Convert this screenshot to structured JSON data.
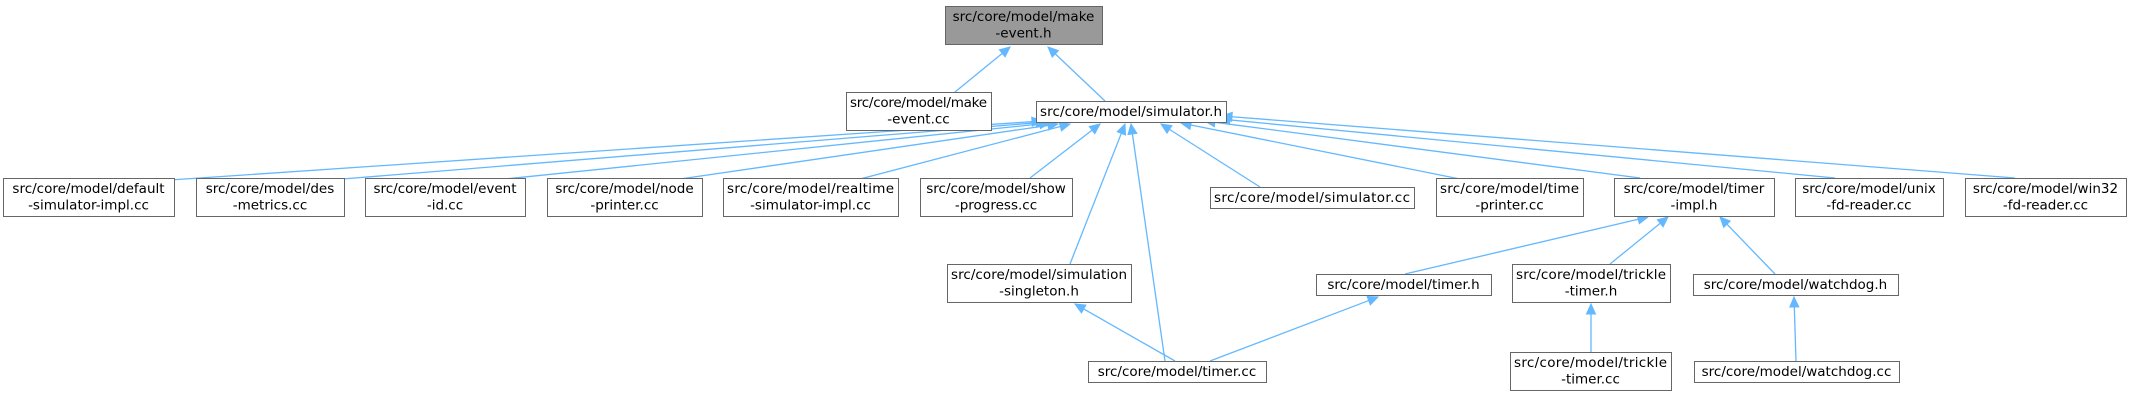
{
  "nodes": [
    {
      "id": "make_event_h",
      "lines": [
        "src/core/model/make",
        "-event.h"
      ],
      "root": true
    },
    {
      "id": "make_event_cc",
      "lines": [
        "src/core/model/make",
        "-event.cc"
      ]
    },
    {
      "id": "simulator_h",
      "lines": [
        "src/core/model/simulator.h"
      ]
    },
    {
      "id": "default_sim_impl_cc",
      "lines": [
        "src/core/model/default",
        "-simulator-impl.cc"
      ]
    },
    {
      "id": "des_metrics_cc",
      "lines": [
        "src/core/model/des",
        "-metrics.cc"
      ]
    },
    {
      "id": "event_id_cc",
      "lines": [
        "src/core/model/event",
        "-id.cc"
      ]
    },
    {
      "id": "node_printer_cc",
      "lines": [
        "src/core/model/node",
        "-printer.cc"
      ]
    },
    {
      "id": "realtime_sim_impl_cc",
      "lines": [
        "src/core/model/realtime",
        "-simulator-impl.cc"
      ]
    },
    {
      "id": "show_progress_cc",
      "lines": [
        "src/core/model/show",
        "-progress.cc"
      ]
    },
    {
      "id": "simulator_cc",
      "lines": [
        "src/core/model/simulator.cc"
      ]
    },
    {
      "id": "time_printer_cc",
      "lines": [
        "src/core/model/time",
        "-printer.cc"
      ]
    },
    {
      "id": "timer_impl_h",
      "lines": [
        "src/core/model/timer",
        "-impl.h"
      ]
    },
    {
      "id": "unix_fd_reader_cc",
      "lines": [
        "src/core/model/unix",
        "-fd-reader.cc"
      ]
    },
    {
      "id": "win32_fd_reader_cc",
      "lines": [
        "src/core/model/win32",
        "-fd-reader.cc"
      ]
    },
    {
      "id": "simulation_singleton_h",
      "lines": [
        "src/core/model/simulation",
        "-singleton.h"
      ]
    },
    {
      "id": "timer_h",
      "lines": [
        "src/core/model/timer.h"
      ]
    },
    {
      "id": "trickle_timer_h",
      "lines": [
        "src/core/model/trickle",
        "-timer.h"
      ]
    },
    {
      "id": "watchdog_h",
      "lines": [
        "src/core/model/watchdog.h"
      ]
    },
    {
      "id": "timer_cc",
      "lines": [
        "src/core/model/timer.cc"
      ]
    },
    {
      "id": "trickle_timer_cc",
      "lines": [
        "src/core/model/trickle",
        "-timer.cc"
      ]
    },
    {
      "id": "watchdog_cc",
      "lines": [
        "src/core/model/watchdog.cc"
      ]
    }
  ],
  "edges": [
    {
      "from": "make_event_cc",
      "to": "make_event_h"
    },
    {
      "from": "simulator_h",
      "to": "make_event_h"
    },
    {
      "from": "default_sim_impl_cc",
      "to": "simulator_h"
    },
    {
      "from": "des_metrics_cc",
      "to": "simulator_h"
    },
    {
      "from": "event_id_cc",
      "to": "simulator_h"
    },
    {
      "from": "node_printer_cc",
      "to": "simulator_h"
    },
    {
      "from": "realtime_sim_impl_cc",
      "to": "simulator_h"
    },
    {
      "from": "show_progress_cc",
      "to": "simulator_h"
    },
    {
      "from": "simulator_cc",
      "to": "simulator_h"
    },
    {
      "from": "time_printer_cc",
      "to": "simulator_h"
    },
    {
      "from": "timer_impl_h",
      "to": "simulator_h"
    },
    {
      "from": "unix_fd_reader_cc",
      "to": "simulator_h"
    },
    {
      "from": "win32_fd_reader_cc",
      "to": "simulator_h"
    },
    {
      "from": "simulation_singleton_h",
      "to": "simulator_h"
    },
    {
      "from": "timer_cc",
      "to": "simulator_h"
    },
    {
      "from": "timer_h",
      "to": "timer_impl_h"
    },
    {
      "from": "trickle_timer_h",
      "to": "timer_impl_h"
    },
    {
      "from": "watchdog_h",
      "to": "timer_impl_h"
    },
    {
      "from": "timer_cc",
      "to": "simulation_singleton_h"
    },
    {
      "from": "timer_cc",
      "to": "timer_h"
    },
    {
      "from": "trickle_timer_cc",
      "to": "trickle_timer_h"
    },
    {
      "from": "watchdog_cc",
      "to": "watchdog_h"
    }
  ]
}
